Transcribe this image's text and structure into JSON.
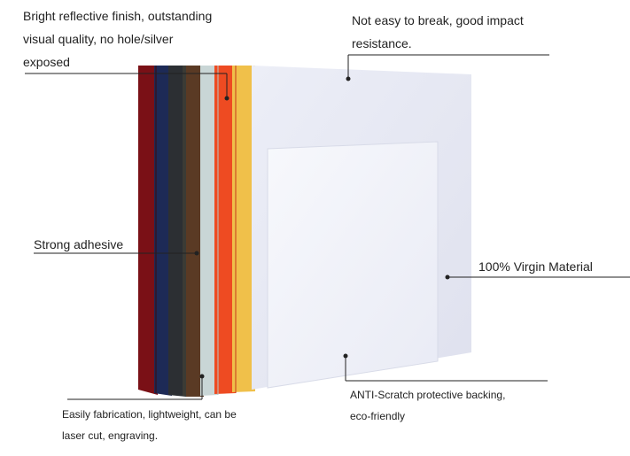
{
  "callouts": {
    "finish": {
      "lines": [
        "Bright reflective finish, outstanding",
        "visual quality, no hole/silver",
        "exposed"
      ]
    },
    "impact": {
      "lines": [
        "Not easy to break, good impact",
        "resistance."
      ]
    },
    "adhesive": {
      "lines": [
        "Strong adhesive"
      ]
    },
    "virgin": {
      "lines": [
        "100% Virgin Material"
      ]
    },
    "scratch": {
      "lines": [
        "ANTI-Scratch protective backing,",
        "eco-friendly"
      ]
    },
    "fabrication": {
      "lines": [
        "Easily fabrication, lightweight, can be",
        "laser cut, engraving."
      ]
    }
  },
  "sheet_colors": [
    "#7a1016",
    "#1d2a56",
    "#2c2f33",
    "#3b3b35",
    "#5a3a24",
    "#c9d6d6",
    "#ee4b22",
    "#f0c04a",
    "#e6e7f2",
    "#eef0f8"
  ]
}
